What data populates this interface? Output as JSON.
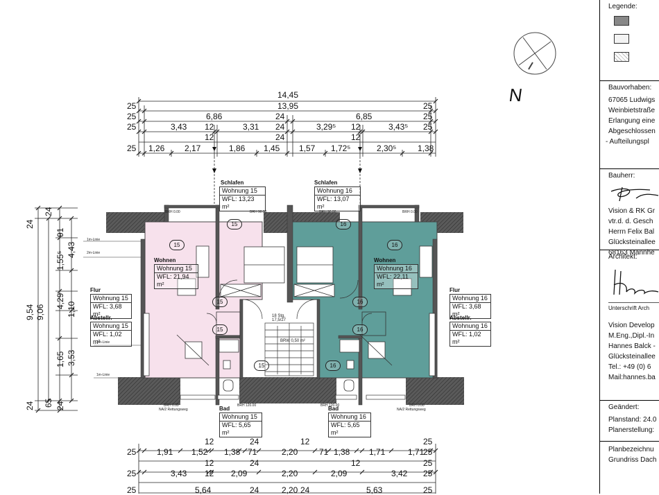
{
  "north_label": "N",
  "dimensions": {
    "overall": "14,45",
    "row2": [
      "25",
      "13,95",
      "25"
    ],
    "row3": [
      "25",
      "6,86",
      "24",
      "6,85",
      "25"
    ],
    "row4": [
      "25",
      "3,43",
      "12",
      "3,31",
      "24",
      "3,29⁵",
      "12",
      "3,43⁵",
      "25"
    ],
    "row5": [
      "12",
      "24",
      "12"
    ],
    "row6": [
      "25",
      "1,26",
      "2,17",
      "1,86",
      "1,45",
      "1,57",
      "1,72⁵",
      "2,30⁵",
      "1,38"
    ],
    "left_outer": [
      "9,54",
      "9,06"
    ],
    "left_inner": [
      "24",
      "24",
      "91",
      "1,55⁵",
      "4,43",
      "1,10",
      "4,29",
      "3,53",
      "1,65",
      "65",
      "24",
      "24"
    ],
    "bottom1": [
      "12",
      "24",
      "12",
      "25"
    ],
    "bottom2": [
      "25",
      "1,91",
      "1,52",
      "1,38",
      "71",
      "2,20",
      "71",
      "1,38",
      "1,71",
      "1,71",
      "25"
    ],
    "bottom3": [
      "12",
      "24",
      "12",
      "25"
    ],
    "bottom4": [
      "25",
      "3,43",
      "12",
      "2,09",
      "2,20",
      "2,09",
      "3,42",
      "25"
    ],
    "bottom5": [
      "25",
      "5,64",
      "24",
      "2,20",
      "24",
      "5,63",
      "25"
    ]
  },
  "rooms": {
    "schlafen15": {
      "title": "Schlafen",
      "unit": "Wohnung 15",
      "area": "WFL: 13,23 m²",
      "num": "15"
    },
    "schlafen16": {
      "title": "Schlafen",
      "unit": "Wohnung 16",
      "area": "WFL: 13,07 m²",
      "num": "16"
    },
    "wohnen15": {
      "title": "Wohnen",
      "unit": "Wohnung 15",
      "area": "WFL: 21,94 m²",
      "num": "15"
    },
    "wohnen16": {
      "title": "Wohnen",
      "unit": "Wohnung 16",
      "area": "WFL: 22,11 m²",
      "num": "16"
    },
    "flur15": {
      "title": "Flur",
      "unit": "Wohnung 15",
      "area": "WFL: 3,68 m²",
      "num": "15"
    },
    "flur16": {
      "title": "Flur",
      "unit": "Wohnung 16",
      "area": "WFL: 3,68 m²",
      "num": "16"
    },
    "abst15": {
      "title": "Abstellr.",
      "unit": "Wohnung 15",
      "area": "WFL: 1,02 m²",
      "num": "15"
    },
    "abst16": {
      "title": "Abstellr.",
      "unit": "Wohnung 16",
      "area": "WFL: 1,02 m²",
      "num": "16"
    },
    "bad15": {
      "title": "Bad",
      "unit": "Wohnung 15",
      "area": "WFL: 5,65 m²",
      "num": "15"
    },
    "bad16": {
      "title": "Bad",
      "unit": "Wohnung 16",
      "area": "WFL: 5,65 m²",
      "num": "16"
    },
    "kitchen15_num": "15",
    "kitchen16_num": "16"
  },
  "annotations": {
    "brh_top": [
      "BRH 0.00",
      "BRH 90.00",
      "BRH 90.00",
      "BRH 0.00"
    ],
    "brh_bottom": [
      "BRH 0.00",
      "BRH 120.00",
      "BRH 120.00",
      "BRH 0.00"
    ],
    "rettungsweg": [
      "NA/2 Rettungsweg",
      "NA/2 Rettungsweg"
    ],
    "lines": [
      "1m-Linie",
      "2m-Linie",
      "2m-Linie",
      "1m-Linie"
    ],
    "stair": [
      "18 Stg.",
      "17,5/27"
    ],
    "brw": "BRW 0,50 m²"
  },
  "sidebar": {
    "legend_title": "Legende:",
    "bauvorhaben_title": "Bauvorhaben:",
    "bauvorhaben_lines": [
      "67065 Ludwigs",
      "Weinbietstraße",
      "Erlangung eine",
      "Abgeschlossen",
      "- Aufteilungspl"
    ],
    "bauherr_title": "Bauherr:",
    "bauherr_lines": [
      "Vision & RK Gr",
      "vtr.d. d. Gesch",
      "Herrn Felix Bal",
      "Glücksteinallee",
      "68163 Mannhe"
    ],
    "architekt_title": "Architekt:",
    "signature_caption": "Unterschrift Arch",
    "architekt_lines": [
      "Vision Develop",
      "M.Eng.,Dipl.-In",
      "Hannes Balck -",
      "Glücksteinallee",
      "Tel.:   +49 (0) 6",
      "Mail:hannes.ba"
    ],
    "geaendert_title": "Geändert:",
    "geaendert_lines": [
      "Planstand: 24.0",
      "Planerstellung:"
    ],
    "planbez_title": "Planbezeichnu",
    "planbez_lines": [
      "Grundriss Dach"
    ]
  },
  "colors": {
    "unit15_fill": "#f7e1ec",
    "unit16_fill": "#5f9e9a",
    "roof_hatch": "#555555",
    "wall": "#444444"
  }
}
